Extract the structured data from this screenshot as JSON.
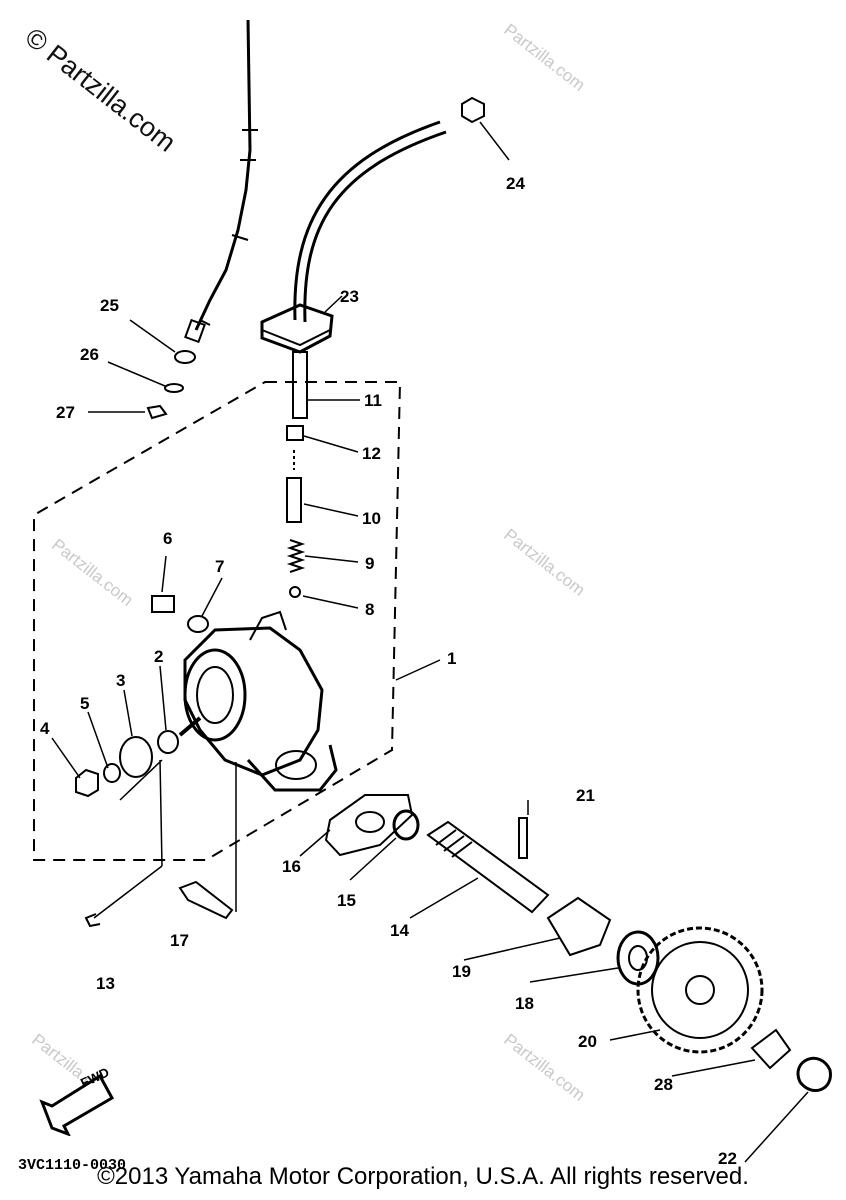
{
  "watermark": {
    "text": "© Partzilla.com",
    "small_text": "Partzilla.com"
  },
  "diagram_code": "3VC1110-0030",
  "copyright": "©2013 Yamaha Motor Corporation, U.S.A. All rights reserved.",
  "fwd_label": "FWD",
  "part_numbers": [
    "1",
    "2",
    "3",
    "4",
    "5",
    "6",
    "7",
    "8",
    "9",
    "10",
    "11",
    "12",
    "13",
    "14",
    "15",
    "16",
    "17",
    "18",
    "19",
    "20",
    "21",
    "22",
    "23",
    "24",
    "25",
    "26",
    "27",
    "28"
  ]
}
